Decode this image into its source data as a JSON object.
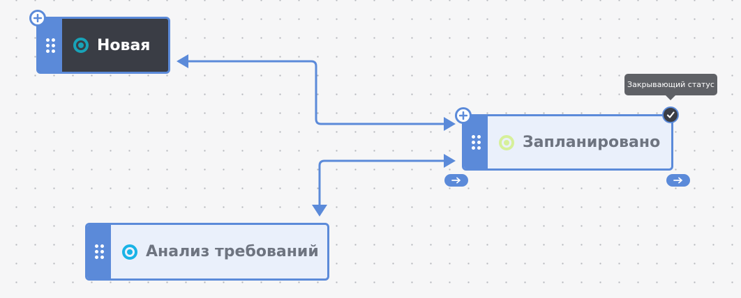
{
  "colors": {
    "accent": "#5b8ad9",
    "canvas": "#f6f6f7",
    "selected_node": "#3a3d45",
    "node_fill": "#eaf0fb",
    "label": "#6e7480"
  },
  "nodes": [
    {
      "id": "novaya",
      "label": "Новая",
      "selected": true,
      "status_color": "#18a3b8",
      "has_add_button": true
    },
    {
      "id": "zaplanirovano",
      "label": "Запланировано",
      "selected": false,
      "status_color": "#d6f09a",
      "has_add_button": true,
      "has_closing_mark": true,
      "has_transition_buttons": true
    },
    {
      "id": "analiz",
      "label": "Анализ требований",
      "selected": false,
      "status_color": "#19b3e6",
      "has_add_button": false
    }
  ],
  "edges": [
    {
      "from": "zaplanirovano",
      "to": "novaya",
      "bidirectional": true
    },
    {
      "from": "zaplanirovano",
      "to": "analiz",
      "bidirectional": true
    }
  ],
  "tooltip": {
    "text": "Закрывающий статус"
  },
  "icons": {
    "drag_handle": "grip-dots-icon",
    "add": "plus-icon",
    "transition": "arrow-right-icon",
    "closing": "checkmark-icon",
    "status": "radio-dot-icon"
  }
}
